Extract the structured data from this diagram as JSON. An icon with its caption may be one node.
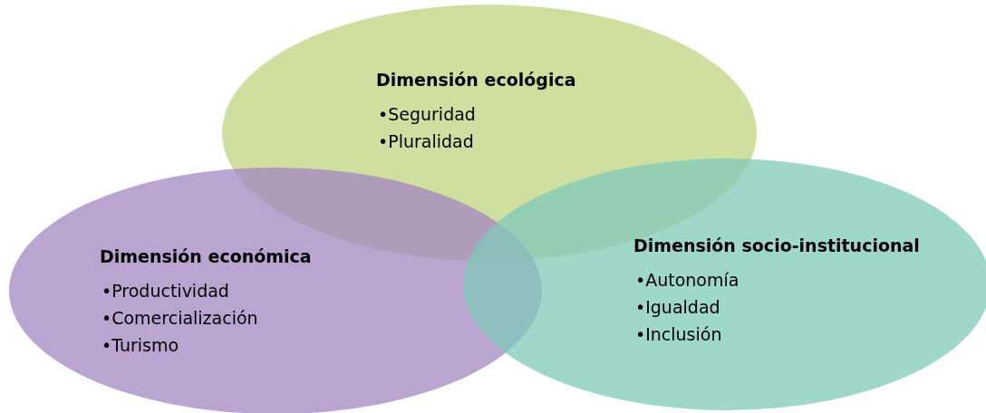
{
  "diagram": {
    "nodes": [
      {
        "text": [
          "Dimensión ecológica",
          "•Seguridad",
          "•Pluralidad"
        ]
      },
      {
        "text": [
          "Dimensión económica",
          "•Productividad",
          "•Comercialización",
          "•Turismo"
        ]
      },
      {
        "text": [
          "Dimensión socio-institucional",
          "•Autonomía",
          "•Igualdad",
          "•Inclusión"
        ]
      }
    ]
  }
}
